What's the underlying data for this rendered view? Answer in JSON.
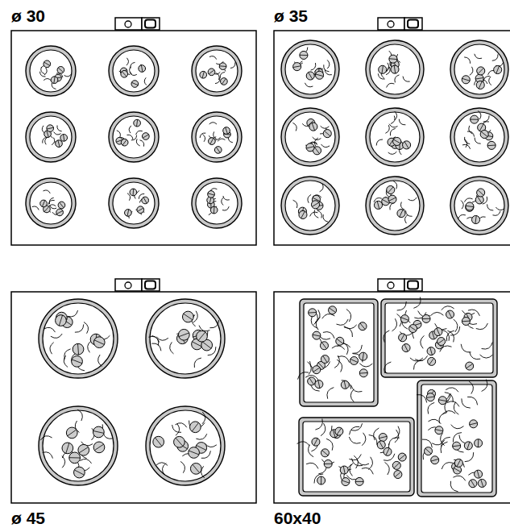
{
  "diagram": {
    "labels": [
      "ø 30",
      "ø 35",
      "ø 45",
      "60x40"
    ]
  }
}
